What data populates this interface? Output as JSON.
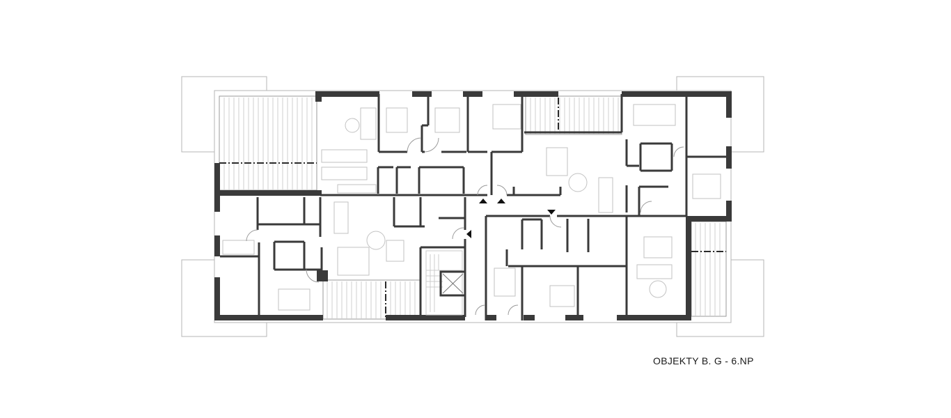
{
  "drawing": {
    "type": "architectural floor plan",
    "caption": "OBJEKTY B. G - 6.NP",
    "colors": {
      "wall": "#3a3a3a",
      "background": "#ffffff",
      "outline": "#b5b5b5",
      "furniture": "#c2c2c2"
    },
    "elements": {
      "balconies": [
        "balcony-top-left",
        "balcony-top-center",
        "balcony-bottom-center",
        "balcony-right"
      ],
      "core": [
        "staircase",
        "elevator",
        "central-corridor"
      ],
      "entrance_markers": 4
    }
  }
}
